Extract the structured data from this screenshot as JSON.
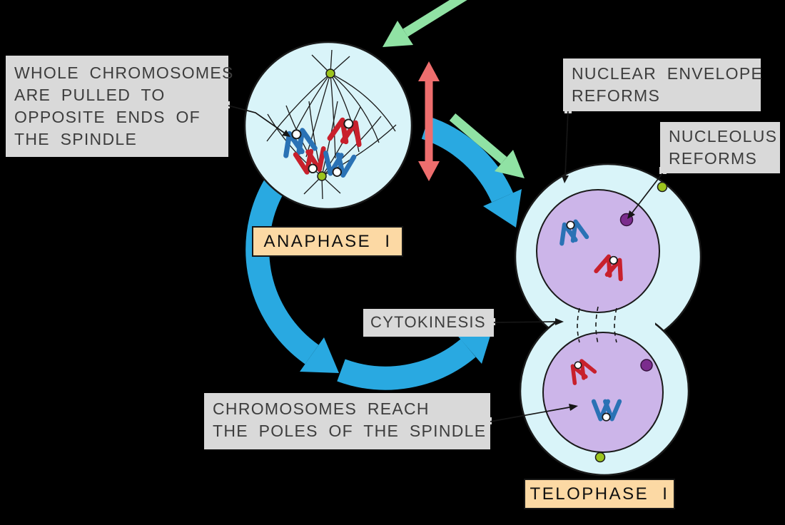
{
  "phases": {
    "anaphase": {
      "label": "ANAPHASE I"
    },
    "telophase": {
      "label": "TELOPHASE I"
    }
  },
  "annotations": {
    "whole_chromosomes": {
      "lines": [
        "WHOLE CHROMOSOMES",
        "ARE PULLED TO",
        "OPPOSITE ENDS OF",
        "THE SPINDLE"
      ]
    },
    "nuclear_envelope": {
      "lines": [
        "NUCLEAR ENVELOPE",
        "REFORMS"
      ]
    },
    "nucleolus": {
      "lines": [
        "NUCLEOLUS",
        "REFORMS"
      ]
    },
    "cytokinesis": {
      "label": "CYTOKINESIS"
    },
    "chromosomes_reach": {
      "lines": [
        "CHROMOSOMES REACH",
        "THE POLES OF THE SPINDLE"
      ]
    }
  },
  "colors": {
    "background": "#000000",
    "label_gray": "#d9d9d9",
    "label_orange": "#fcd9a4",
    "note_text": "#3d3d3d",
    "cell_fill": "#d9f4f9",
    "cell_outline": "#1a1a1a",
    "nucleus_fill": "#ccb5e9",
    "chromosome_blue": "#2a72b5",
    "chromosome_red": "#c8202c",
    "centriole_green": "#9cc41e",
    "nucleolus_purple": "#7b2c8d",
    "arrow_blue": "#29a9e1",
    "arrow_green": "#90e2a4",
    "arrow_red": "#ee6e6e"
  }
}
